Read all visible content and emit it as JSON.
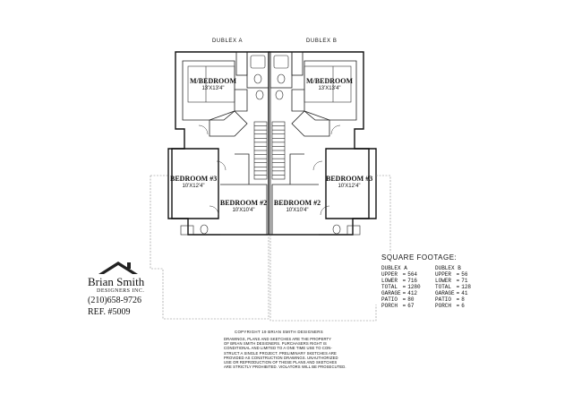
{
  "units": {
    "a_title": "DUBLEX A",
    "b_title": "DUBLEX B"
  },
  "rooms": {
    "a_master": {
      "name": "M/BEDROOM",
      "dims": "13'X13'4\""
    },
    "b_master": {
      "name": "M/BEDROOM",
      "dims": "13'X13'4\""
    },
    "a_bed3": {
      "name": "BEDROOM #3",
      "dims": "10'X12'4\""
    },
    "b_bed3": {
      "name": "BEDROOM #3",
      "dims": "10'X12'4\""
    },
    "a_bed2": {
      "name": "BEDROOM #2",
      "dims": "10'X10'4\""
    },
    "b_bed2": {
      "name": "BEDROOM #2",
      "dims": "10'X10'4\""
    }
  },
  "brand": {
    "name": "Brian Smith",
    "sub": "DESIGNERS INC.",
    "phone": "(210)658-9726",
    "ref": "REF.  #5009"
  },
  "square_footage": {
    "title": "SQUARE FOOTAGE:",
    "columns": [
      {
        "heading": "DUBLEX A",
        "rows": [
          {
            "label": "UPPER",
            "value": "564"
          },
          {
            "label": "LOWER",
            "value": "716"
          },
          {
            "label": "TOTAL",
            "value": "1280"
          },
          {
            "label": "GARAGE",
            "value": "412"
          },
          {
            "label": "PATIO",
            "value": "80"
          },
          {
            "label": "PORCH",
            "value": "67"
          }
        ]
      },
      {
        "heading": "DUBLEX B",
        "rows": [
          {
            "label": "UPPER",
            "value": "56"
          },
          {
            "label": "LOWER",
            "value": "71"
          },
          {
            "label": "TOTAL",
            "value": "128"
          },
          {
            "label": "GARAGE",
            "value": "41"
          },
          {
            "label": "PATIO",
            "value": "8"
          },
          {
            "label": "PORCH",
            "value": "6"
          }
        ]
      }
    ]
  },
  "copyright": "COPYRIGHT 19          BRIAN SMITH DESIGNERS",
  "disclaimer": [
    "DRAWINGS, PLANS AND SKETCHES ARE THE PROPERTY",
    "OF BRIAN SMITH DESIGNERS. PURCHASERS RIGHT IS",
    "CONDITIONAL AND LIMITED TO A ONE TIME USE TO CON-",
    "STRUCT A SINGLE PROJECT. PRELIMINARY SKETCHES ARE",
    "PROVIDED AS CONSTRUCTION DRAWINGS. UNAUTHORIZED",
    "USE OR REPRODUCTION OF THESE PLANS AND SKETCHES",
    "ARE STRICTLY PROHIBITED. VIOLATORS WILL BE PROSECUTED."
  ]
}
